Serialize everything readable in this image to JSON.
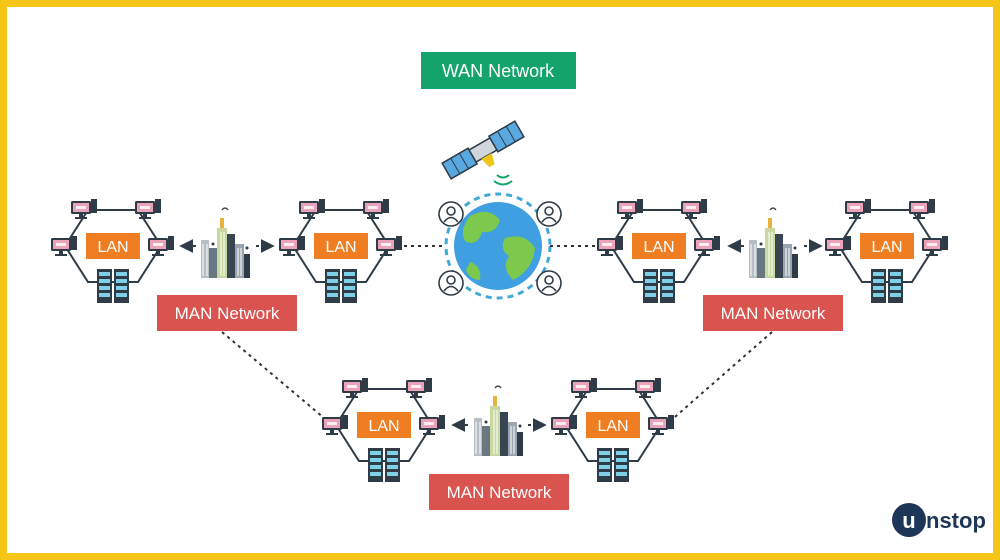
{
  "wan": {
    "label": "WAN Network",
    "color": "#14a46b"
  },
  "man": {
    "label": "MAN Network",
    "color": "#d9534f"
  },
  "lan": {
    "label": "LAN",
    "color": "#ef7d22"
  },
  "logo": {
    "text": "unstop",
    "color": "#1d3557"
  },
  "colors": {
    "frame": "#f5c518",
    "device": "#e8a0b4",
    "server": "#3a4a5a",
    "globe_ocean": "#3f9fe0",
    "globe_land": "#7cc94e",
    "link": "#333333"
  },
  "icons": [
    "computer-icon",
    "server-rack-icon",
    "city-buildings-icon",
    "satellite-icon",
    "globe-icon",
    "user-icon"
  ]
}
